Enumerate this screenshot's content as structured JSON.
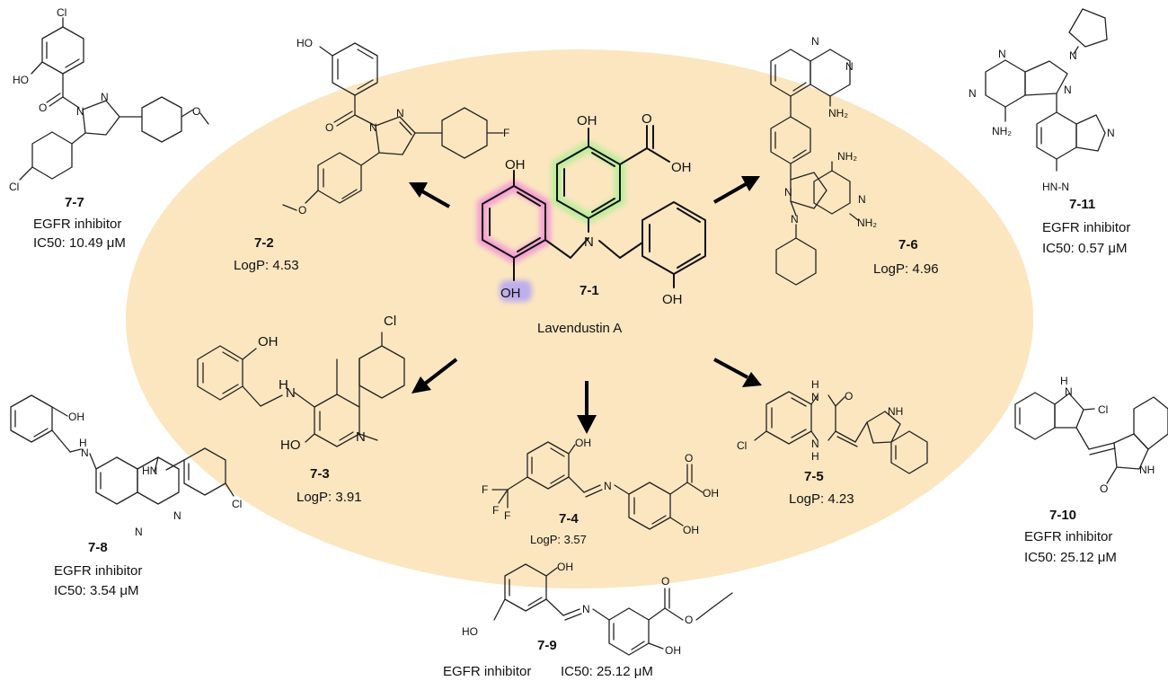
{
  "colors": {
    "ellipse_fill": "#fbe6bf",
    "highlight_pink": "#f29ad4",
    "highlight_green": "#b8ee9a",
    "highlight_purple": "#b7a8f2",
    "arrow": "#000000"
  },
  "center": {
    "id": "7-1",
    "name": "Lavendustin A"
  },
  "compounds": {
    "c72": {
      "id": "7-2",
      "logp": "LogP: 4.53"
    },
    "c73": {
      "id": "7-3",
      "logp": "LogP: 3.91"
    },
    "c74": {
      "id": "7-4",
      "logp": "LogP: 3.57"
    },
    "c75": {
      "id": "7-5",
      "logp": "LogP: 4.23"
    },
    "c76": {
      "id": "7-6",
      "logp": "LogP: 4.96"
    },
    "c77": {
      "id": "7-7",
      "activity": "EGFR inhibitor",
      "ic50": "IC50: 10.49 μM"
    },
    "c78": {
      "id": "7-8",
      "activity": "EGFR inhibitor",
      "ic50": "IC50: 3.54 μM"
    },
    "c79": {
      "id": "7-9",
      "activity": "EGFR inhibitor",
      "ic50": "IC50: 25.12 μM"
    },
    "c710": {
      "id": "7-10",
      "activity": "EGFR inhibitor",
      "ic50": "IC50: 25.12 μM"
    },
    "c711": {
      "id": "7-11",
      "activity": "EGFR inhibitor",
      "ic50": "IC50: 0.57 μM"
    }
  },
  "atoms": {
    "oh": "OH",
    "ho": "HO",
    "o": "O",
    "n": "N",
    "nh": "NH",
    "hn": "HN",
    "h": "H",
    "cl": "Cl",
    "f": "F",
    "f3": "F",
    "nh2": "NH₂",
    "hn_n": "HN-N",
    "h_n": "H-N"
  }
}
